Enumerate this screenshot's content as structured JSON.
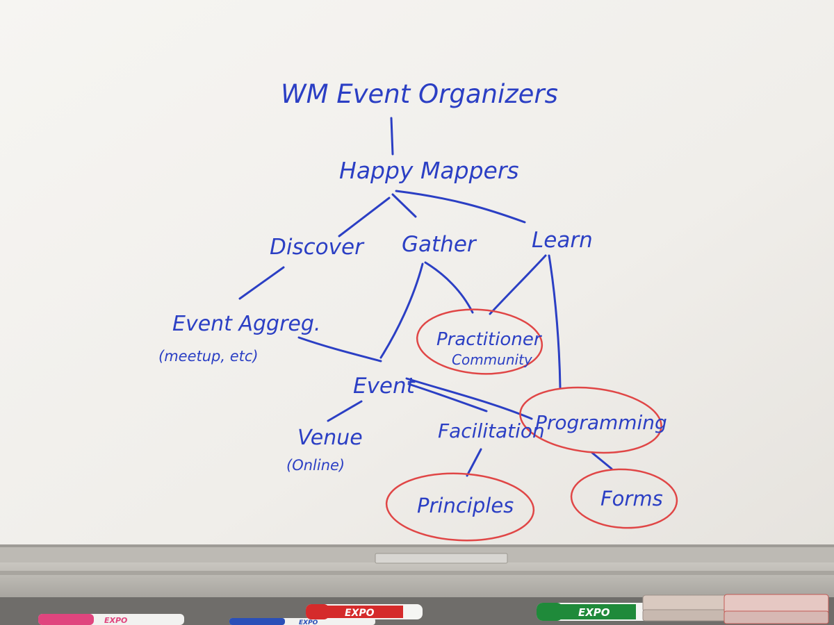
{
  "whiteboard": {
    "nodes": {
      "root": "WM Event Organizers",
      "happy_mappers": "Happy Mappers",
      "discover": "Discover",
      "gather": "Gather",
      "learn": "Learn",
      "event_aggreg": "Event Aggreg.",
      "event_aggreg_note": "(meetup, etc)",
      "practitioner_community_line1": "Practitioner",
      "practitioner_community_line2": "Community",
      "event": "Event",
      "programming": "Programming",
      "venue": "Venue",
      "venue_note": "(Online)",
      "facilitation": "Facilitation",
      "principles": "Principles",
      "forms": "Forms"
    }
  },
  "markers": [
    {
      "brand": "EXPO",
      "color": "#e0457e"
    },
    {
      "brand": "EXPO",
      "color": "#2a4fb8"
    },
    {
      "brand": "EXPO",
      "color": "#d52b2b"
    },
    {
      "brand": "EXPO",
      "color": "#1f8a3a"
    }
  ],
  "colors": {
    "ink_blue": "#2b3fc4",
    "ink_red": "#e04646",
    "board": "#f2f0ec"
  }
}
